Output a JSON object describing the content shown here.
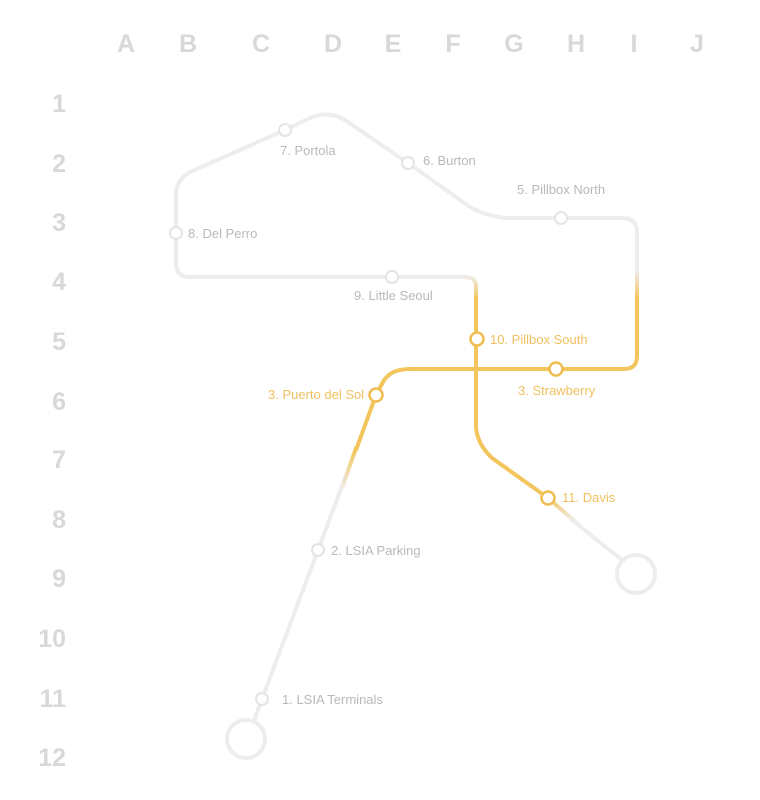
{
  "grid": {
    "columns": [
      "A",
      "B",
      "C",
      "D",
      "E",
      "F",
      "G",
      "H",
      "I",
      "J"
    ],
    "rows": [
      "1",
      "2",
      "3",
      "4",
      "5",
      "6",
      "7",
      "8",
      "9",
      "10",
      "11",
      "12"
    ]
  },
  "colors": {
    "active_line": "#f3c55c",
    "inactive_line": "#ededed",
    "active_text": "#f0c060",
    "inactive_text": "#b9b9b9",
    "grid_text": "#d8d8d8"
  },
  "stations": [
    {
      "id": "portola",
      "label": "7. Portola",
      "active": false
    },
    {
      "id": "burton",
      "label": "6. Burton",
      "active": false
    },
    {
      "id": "pillbox-north",
      "label": "5. Pillbox North",
      "active": false
    },
    {
      "id": "del-perro",
      "label": "8. Del Perro",
      "active": false
    },
    {
      "id": "little-seoul",
      "label": "9. Little Seoul",
      "active": false
    },
    {
      "id": "pillbox-south",
      "label": "10. Pillbox South",
      "active": true
    },
    {
      "id": "puerto-del-sol",
      "label": "3. Puerto del Sol",
      "active": true
    },
    {
      "id": "strawberry",
      "label": "3. Strawberry",
      "active": true
    },
    {
      "id": "davis",
      "label": "11. Davis",
      "active": true
    },
    {
      "id": "lsia-parking",
      "label": "2. LSIA Parking",
      "active": false
    },
    {
      "id": "lsia-terminals",
      "label": "1. LSIA Terminals",
      "active": false
    }
  ]
}
